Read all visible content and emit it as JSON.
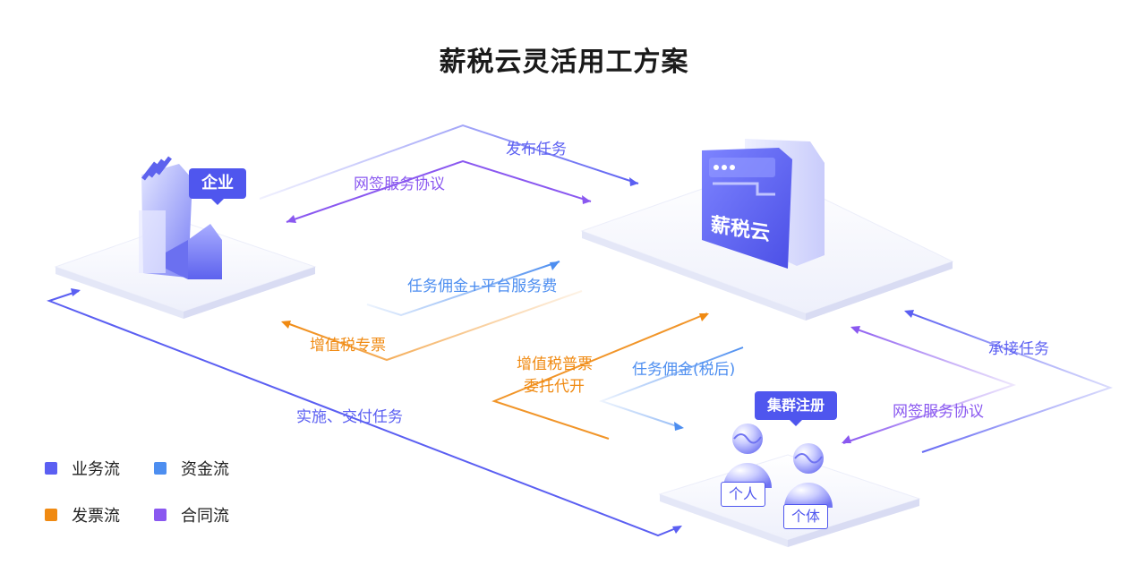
{
  "title": "薪税云灵活用工方案",
  "nodes": {
    "enterprise": "企业",
    "platform_brand": "薪税云",
    "cluster_register": "集群注册",
    "person": "个人",
    "individual": "个体"
  },
  "flows": {
    "publish_task": "发布任务",
    "net_agreement_top": "网签服务协议",
    "task_commission_fee": "任务佣金+平台服务费",
    "vat_special_invoice": "增值税专票",
    "vat_general_invoice": "增值税普票",
    "entrusted_issue": "委托代开",
    "task_commission_after_tax": "任务佣金(税后)",
    "implement_deliver": "实施、交付任务",
    "accept_task": "承接任务",
    "net_agreement_right": "网签服务协议"
  },
  "legend": [
    {
      "label": "业务流",
      "color": "#5b5ff2"
    },
    {
      "label": "资金流",
      "color": "#4d8ef0"
    },
    {
      "label": "发票流",
      "color": "#f08a12"
    },
    {
      "label": "合同流",
      "color": "#8a58f0"
    }
  ]
}
